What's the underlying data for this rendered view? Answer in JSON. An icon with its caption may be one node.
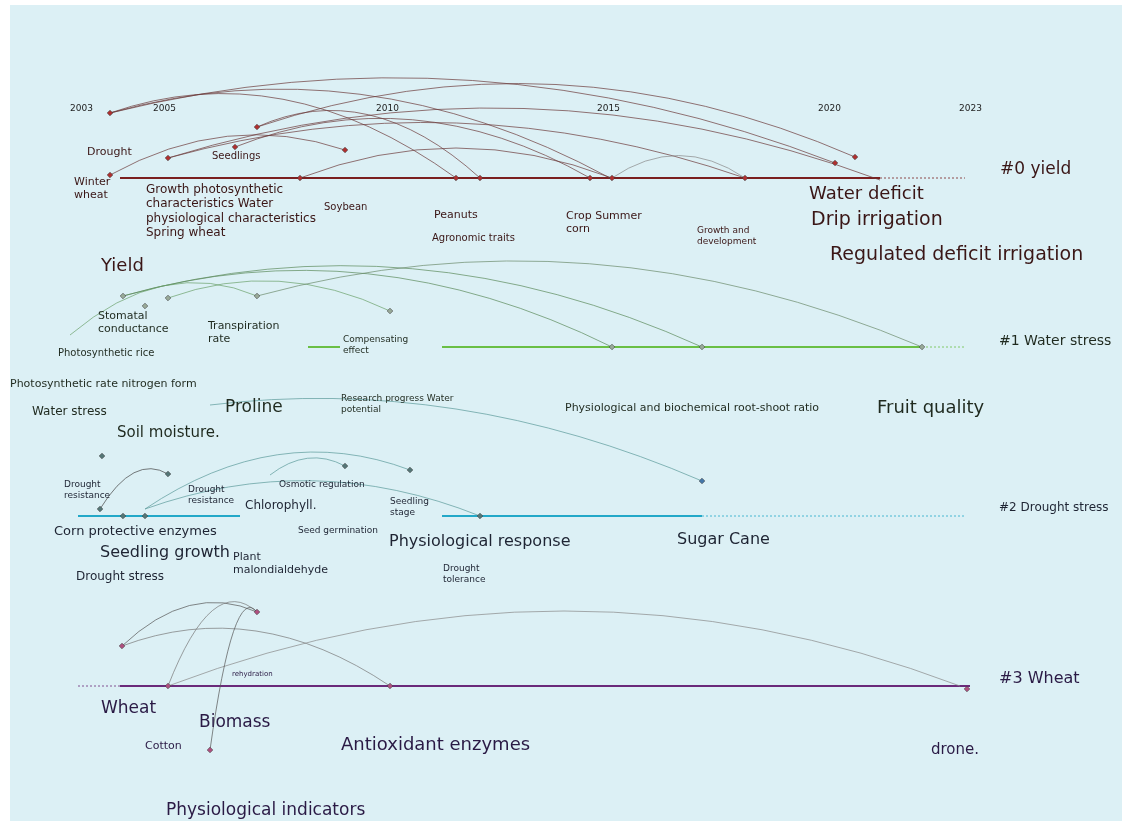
{
  "diagram": {
    "labels": [
      "2003",
      "2005",
      "2010",
      "2015",
      "2020",
      "2023",
      "Drought",
      "Seedlings",
      "#0 yield",
      "Winter wheat",
      "Growth photosynthetic characteristics Water physiological characteristics Spring wheat",
      "Water deficit",
      "Soybean",
      "Peanuts",
      "Crop Summer corn",
      "Drip irrigation",
      "Agronomic traits",
      "Growth and development",
      "Regulated deficit irrigation",
      "Yield",
      "Stomatal conductance",
      "Transpiration rate",
      "Compensating effect",
      "#1 Water stress",
      "Photosynthetic rice",
      "Photosynthetic rate nitrogen form",
      "Water stress",
      "Proline",
      "Research progress Water potential",
      "Physiological and biochemical root-shoot ratio",
      "Fruit quality",
      "Soil moisture.",
      "Drought resistance",
      "Drought resistance",
      "Osmotic regulation",
      "Chlorophyll.",
      "Seedling stage",
      "#2 Drought stress",
      "Seed germination",
      "Corn protective enzymes",
      "Physiological response",
      "Sugar Cane",
      "Seedling growth",
      "Plant malondialdehyde",
      "Drought stress",
      "Drought tolerance",
      "#3 Wheat",
      "rehydration",
      "Wheat",
      "Biomass",
      "Antioxidant enzymes",
      "Cotton",
      "drone.",
      "Physiological indicators"
    ]
  }
}
